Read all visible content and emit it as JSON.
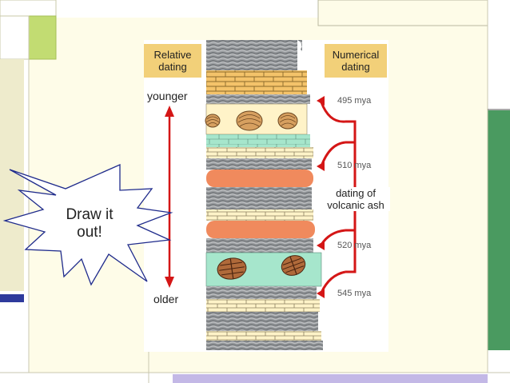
{
  "slide": {
    "callout": {
      "line1": "Draw it",
      "line2": "out!"
    }
  },
  "diagram": {
    "relative_header": {
      "line1": "Relative",
      "line2": "dating"
    },
    "numerical_header": {
      "line1": "Numerical",
      "line2": "dating"
    },
    "younger_label": "younger",
    "older_label": "older",
    "ages": [
      {
        "value": "495",
        "unit": "mya"
      },
      {
        "value": "510",
        "unit": "mya"
      },
      {
        "value": "520",
        "unit": "mya"
      },
      {
        "value": "545",
        "unit": "mya"
      }
    ],
    "ash_label": {
      "line1": "dating of",
      "line2": "volcanic ash"
    }
  },
  "colors": {
    "sandstone": "#f4c36a",
    "shale": "#8a8d90",
    "limestone": "#fff3c8",
    "volcanic_ash": "#f08a5d",
    "fossil_bed": "#a6e6cc",
    "arrow_red": "#d41616",
    "slide_bg": "#fefce8",
    "accent_green": "#c2dc72"
  }
}
